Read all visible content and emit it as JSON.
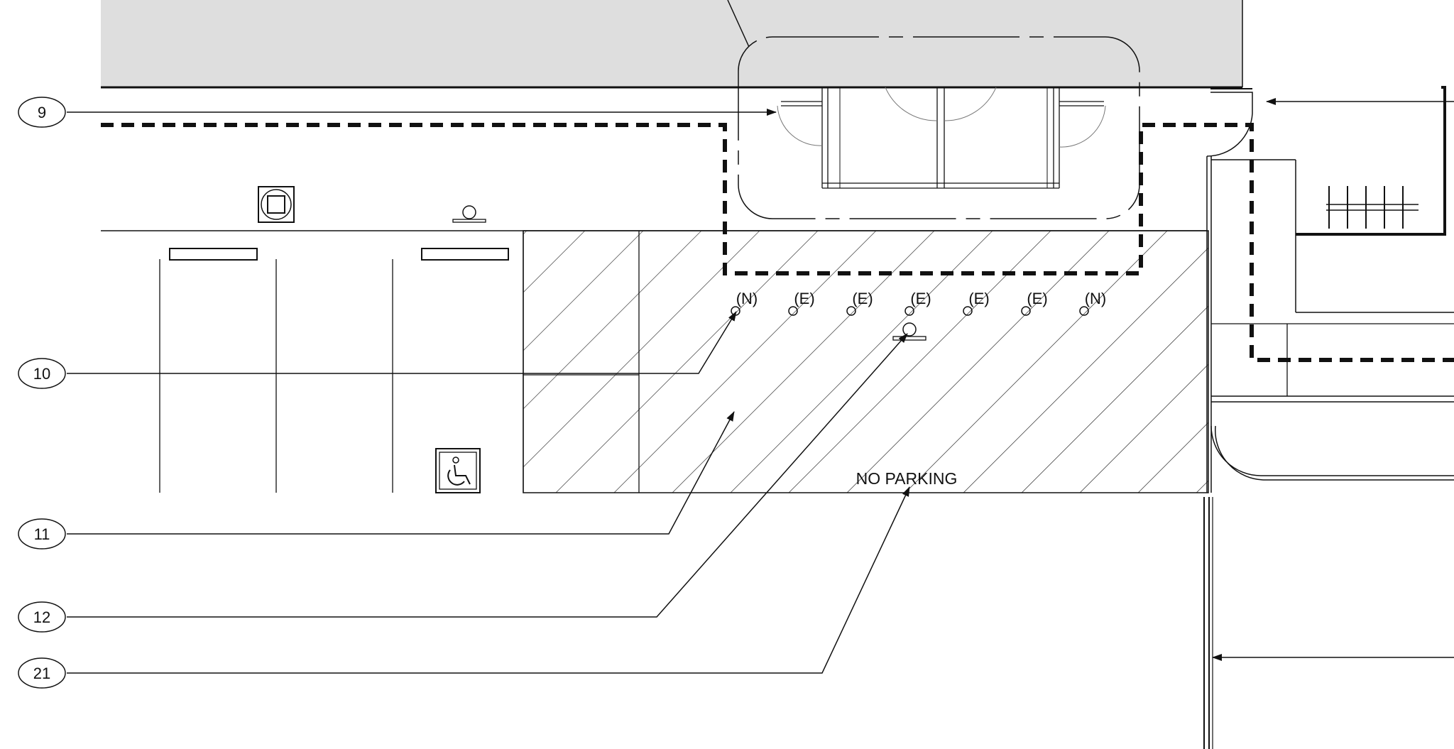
{
  "keynotes": [
    {
      "id": "keynote-9",
      "label": "9"
    },
    {
      "id": "keynote-10",
      "label": "10"
    },
    {
      "id": "keynote-11",
      "label": "11"
    },
    {
      "id": "keynote-12",
      "label": "12"
    },
    {
      "id": "keynote-21",
      "label": "21"
    }
  ],
  "bollards": [
    "(N)",
    "(E)",
    "(E)",
    "(E)",
    "(E)",
    "(E)",
    "(N)"
  ],
  "no_parking_text": "NO PARKING",
  "icons": {
    "accessible_parking": "wheelchair-icon",
    "column": "square-column-icon",
    "bike_rack": "bike-rack-icon"
  },
  "colors": {
    "building_fill": "#dedede",
    "line": "#111111"
  }
}
